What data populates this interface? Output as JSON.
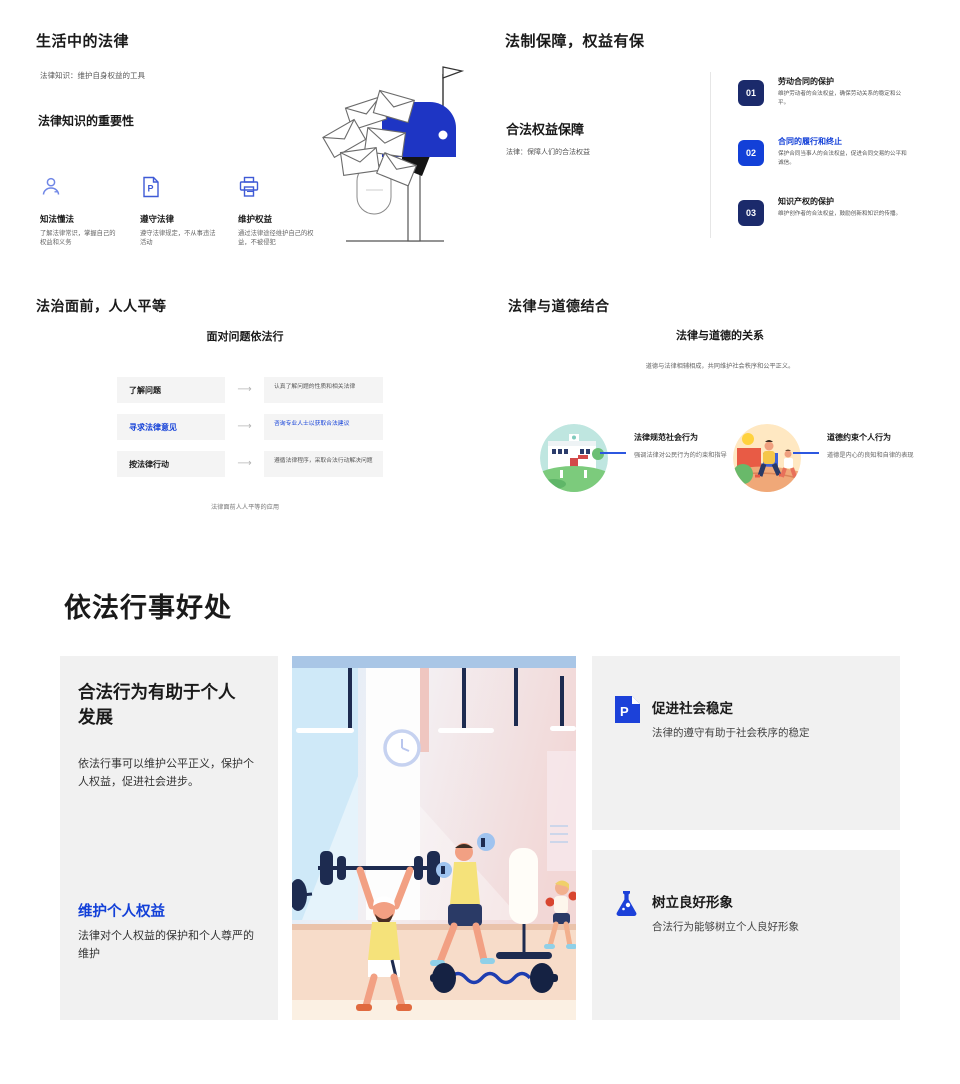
{
  "colors": {
    "accent": "#1340d8",
    "navy": "#1b2a6b",
    "mailbox_blue": "#1e35c4",
    "icon_blue": "#3f5ad6",
    "user_icon_blue": "#6f86e6",
    "card_gray": "#f1f1f1"
  },
  "slide1": {
    "title": "生活中的法律",
    "subtitle": "法律知识：维护自身权益的工具",
    "heading": "法律知识的重要性",
    "features": [
      {
        "icon": "user-icon",
        "title": "知法懂法",
        "desc": "了解法律常识，掌握自己的权益和义务"
      },
      {
        "icon": "file-p-icon",
        "title": "遵守法律",
        "desc": "遵守法律规定，不从事违法活动"
      },
      {
        "icon": "printer-icon",
        "title": "维护权益",
        "desc": "通过法律途径维护自己的权益，不被侵犯"
      }
    ]
  },
  "slide2": {
    "title": "法制保障，权益有保",
    "heading": "合法权益保障",
    "subheading": "法律：保障人们的合法权益",
    "items": [
      {
        "num": "01",
        "title": "劳动合同的保护",
        "desc": "维护劳动者的合法权益，确保劳动关系的稳定和公平。"
      },
      {
        "num": "02",
        "title": "合同的履行和终止",
        "desc": "保护合同当事人的合法权益，促进合同交易的公平和诚信。"
      },
      {
        "num": "03",
        "title": "知识产权的保护",
        "desc": "维护创作者的合法权益，鼓励创新和知识的传播。"
      }
    ]
  },
  "slide3": {
    "title": "法治面前，人人平等",
    "heading": "面对问题依法行",
    "arrow": "⟶",
    "steps": [
      {
        "label": "了解问题",
        "desc": "认真了解问题的性质和相关法律"
      },
      {
        "label": "寻求法律意见",
        "desc": "咨询专业人士以获取合法建议"
      },
      {
        "label": "按法律行动",
        "desc": "遵循法律程序，采取合法行动解决问题"
      }
    ],
    "caption": "法律面前人人平等的应用"
  },
  "slide4": {
    "title": "法律与道德结合",
    "heading": "法律与道德的关系",
    "subtitle": "道德与法律相辅相成，共同维护社会秩序和公平正义。",
    "items": [
      {
        "illustration": "school-illustration",
        "title": "法律规范社会行为",
        "desc": "强调法律对公民行为的约束和指导"
      },
      {
        "illustration": "runners-illustration",
        "title": "道德约束个人行为",
        "desc": "道德是内心的良知和自律的表现"
      }
    ]
  },
  "slide5": {
    "title": "依法行事好处",
    "left_card": {
      "title": "合法行为有助于个人发展",
      "desc": "依法行事可以维护公平正义，保护个人权益，促进社会进步。",
      "subtitle": "维护个人权益",
      "subdesc": "法律对个人权益的保护和个人尊严的维护"
    },
    "cards": [
      {
        "icon": "file-p-icon",
        "title": "促进社会稳定",
        "desc": "法律的遵守有助于社会秩序的稳定"
      },
      {
        "icon": "flask-icon",
        "title": "树立良好形象",
        "desc": "合法行为能够树立个人良好形象"
      }
    ]
  }
}
